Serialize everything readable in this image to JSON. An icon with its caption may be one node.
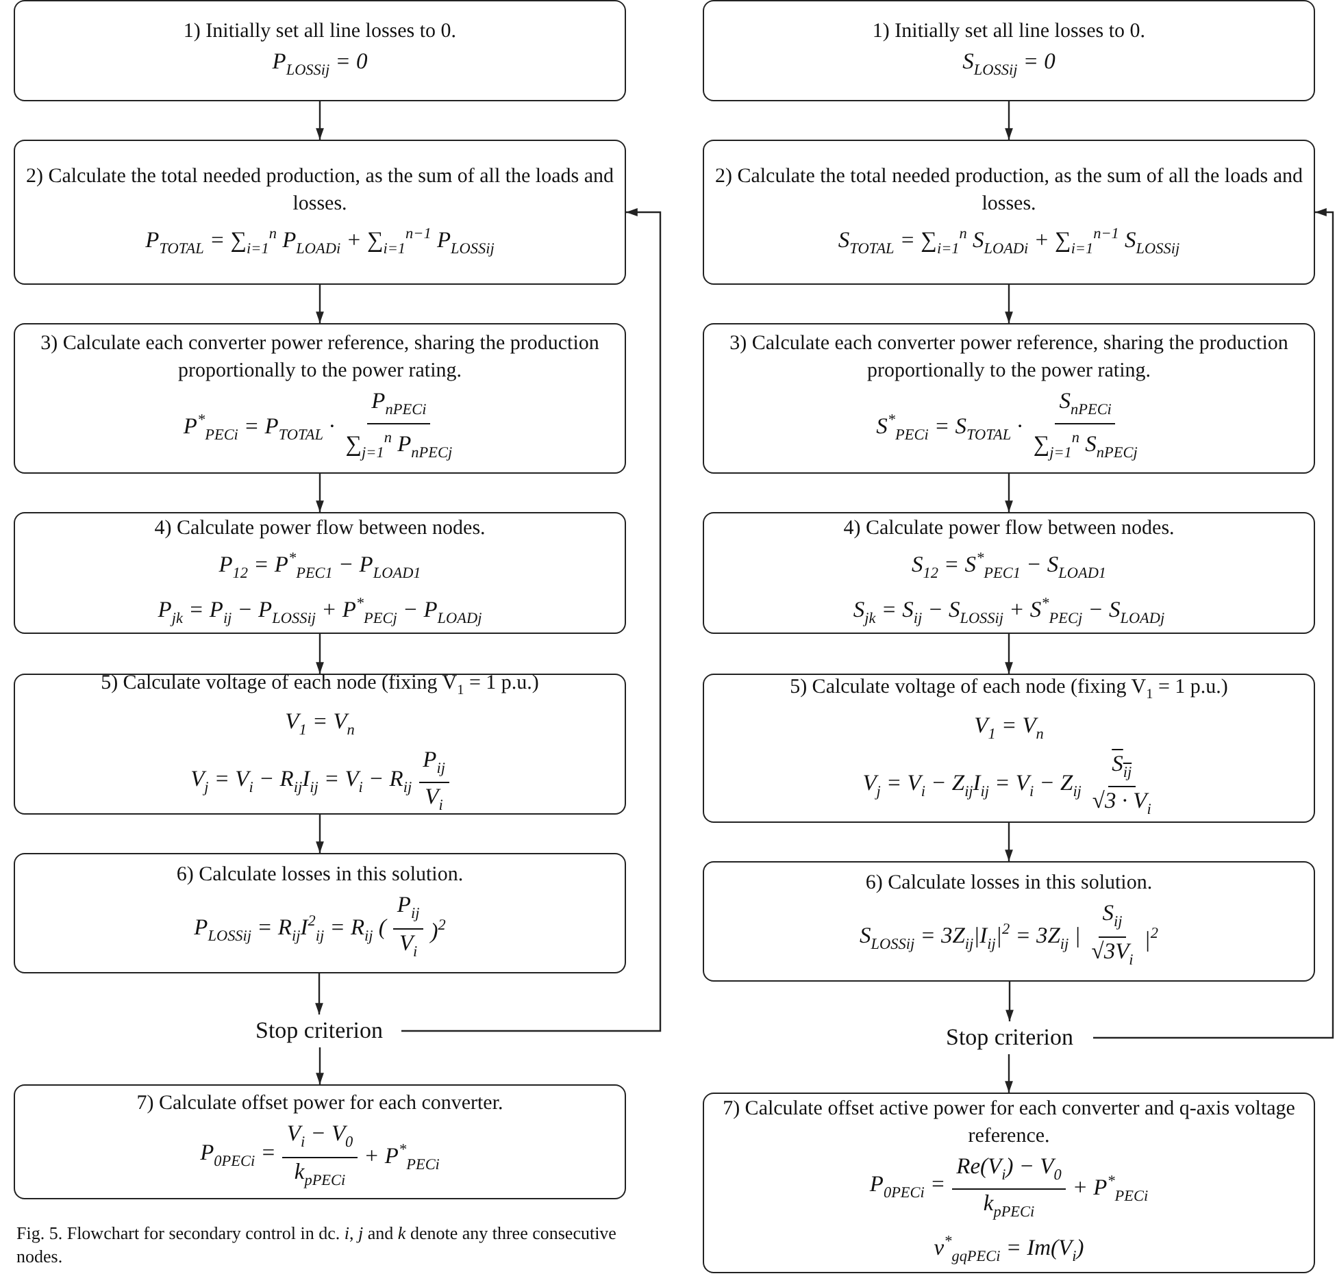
{
  "diagram": {
    "caption": "Fig. 5. Flowchart for secondary control in dc. *i*, *j* and *k* denote any three consecutive nodes.",
    "nodes": [
      {
        "text": [
          "1) Initially set all line losses to 0.",
          "P$_{LOSSij}$ = 0"
        ]
      },
      {
        "text": [
          "2) Calculate the total needed production, as the sum of all the loads and losses.",
          "P$_{TOTAL}$ = ∑$_{i=1}$$^{n}$ P$_{LOADi}$ + ∑$_{i=1}$$^{n−1}$ P$_{LOSSij}$"
        ]
      },
      {
        "text": [
          "3) Calculate each converter power reference, sharing the production proportionally to the power rating.",
          "P$^{*}$$_{PECi}$ = P$_{TOTAL}$ ·",
          "P$_{nPECi}$",
          "∑$_{j=1}$$^{n}$ P$_{nPECj}$"
        ]
      },
      {
        "text": [
          "4) Calculate power flow between nodes.",
          "P$_{12}$ = P$^{*}$$_{PEC1}$ − P$_{LOAD1}$",
          "P$_{jk}$ = P$_{ij}$ − P$_{LOSSij}$ + P$^{*}$$_{PECj}$ − P$_{LOADj}$"
        ]
      },
      {
        "text": [
          "5) Calculate voltage of each node (fixing V$_{1}$ = 1 p.u.)",
          "V$_{1}$ = V$_{n}$",
          "V$_{j}$ = V$_{i}$ − R$_{ij}$I$_{ij}$ = V$_{i}$ − R$_{ij}$",
          "P$_{ij}$",
          "V$_{i}$"
        ]
      },
      {
        "text": [
          "6) Calculate losses in this solution.",
          "P$_{LOSSij}$ = R$_{ij}$I$^{2}$$_{ij}$ = R$_{ij}$ (",
          "P$_{ij}$",
          "V$_{i}$",
          ")$^{2}$"
        ]
      },
      {
        "text": [
          "Stop criterion"
        ]
      },
      {
        "text": [
          "7) Calculate offset power for each converter.",
          "P$_{0PECi}$ =",
          "V$_{i}$ − V$_{0}$",
          "k$_{pPECi}$",
          "+ P$^{*}$$_{PECi}$"
        ]
      },
      {
        "text": [
          "1) Initially set all line losses to 0.",
          "S$_{LOSSij}$ = 0"
        ]
      },
      {
        "text": [
          "2) Calculate the total needed production, as the sum of all the loads and losses.",
          "S$_{TOTAL}$ = ∑$_{i=1}$$^{n}$ S$_{LOADi}$ + ∑$_{i=1}$$^{n−1}$ S$_{LOSSij}$"
        ]
      },
      {
        "text": [
          "3) Calculate each converter power reference, sharing the production proportionally to the power rating.",
          "S$^{*}$$_{PECi}$ = S$_{TOTAL}$ ·",
          "S$_{nPECi}$",
          "∑$_{j=1}$$^{n}$ S$_{nPECj}$"
        ]
      },
      {
        "text": [
          "4) Calculate power flow between nodes.",
          "S$_{12}$ = S$^{*}$$_{PEC1}$ − S$_{LOAD1}$",
          "S$_{jk}$ = S$_{ij}$ − S$_{LOSSij}$ + S$^{*}$$_{PECj}$ − S$_{LOADj}$"
        ]
      },
      {
        "text": [
          "5) Calculate voltage of each node (fixing V$_{1}$ = 1 p.u.)",
          "V$_{1}$ = V$_{n}$",
          "V$_{j}$ = V$_{i}$ − Z$_{ij}$I$_{ij}$ = V$_{i}$ − Z$_{ij}$",
          "S$_{ij}$",
          "√3 · V$_{i}$"
        ]
      },
      {
        "text": [
          "6) Calculate losses in this solution.",
          "S$_{LOSSij}$ = 3Z$_{ij}$|I$_{ij}$|$^{2}$ = 3Z$_{ij}$ |",
          "S$_{ij}$",
          "√3V$_{i}$",
          "|$^{2}$"
        ]
      },
      {
        "text": [
          "Stop criterion"
        ]
      },
      {
        "text": [
          "7) Calculate offset active power for each converter and q-axis voltage reference.",
          "P$_{0PECi}$ =",
          "Re(V$_{i}$) − V$_{0}$",
          "k$_{pPECi}$",
          "+ P$^{*}$$_{PECi}$",
          "v$^{*}$$_{gqPECi}$ = Im(V$_{i}$)"
        ]
      }
    ],
    "edges": [
      {
        "from": 0,
        "to": 1,
        "arrow": "to"
      },
      {
        "from": 1,
        "to": 2,
        "arrow": "to"
      },
      {
        "from": 2,
        "to": 3,
        "arrow": "to"
      },
      {
        "from": 3,
        "to": 4,
        "arrow": "to"
      },
      {
        "from": 4,
        "to": 5,
        "arrow": "to"
      },
      {
        "from": 5,
        "to": 6,
        "arrow": "to"
      },
      {
        "from": 6,
        "to": 7,
        "arrow": "to"
      },
      {
        "from": 6,
        "to": 1,
        "arrow": "to"
      },
      {
        "from": 8,
        "to": 9,
        "arrow": "to"
      },
      {
        "from": 9,
        "to": 10,
        "arrow": "to"
      },
      {
        "from": 10,
        "to": 11,
        "arrow": "to"
      },
      {
        "from": 11,
        "to": 12,
        "arrow": "to"
      },
      {
        "from": 12,
        "to": 13,
        "arrow": "to"
      },
      {
        "from": 13,
        "to": 14,
        "arrow": "to"
      },
      {
        "from": 14,
        "to": 15,
        "arrow": "to"
      },
      {
        "from": 14,
        "to": 9,
        "arrow": "to"
      }
    ]
  }
}
